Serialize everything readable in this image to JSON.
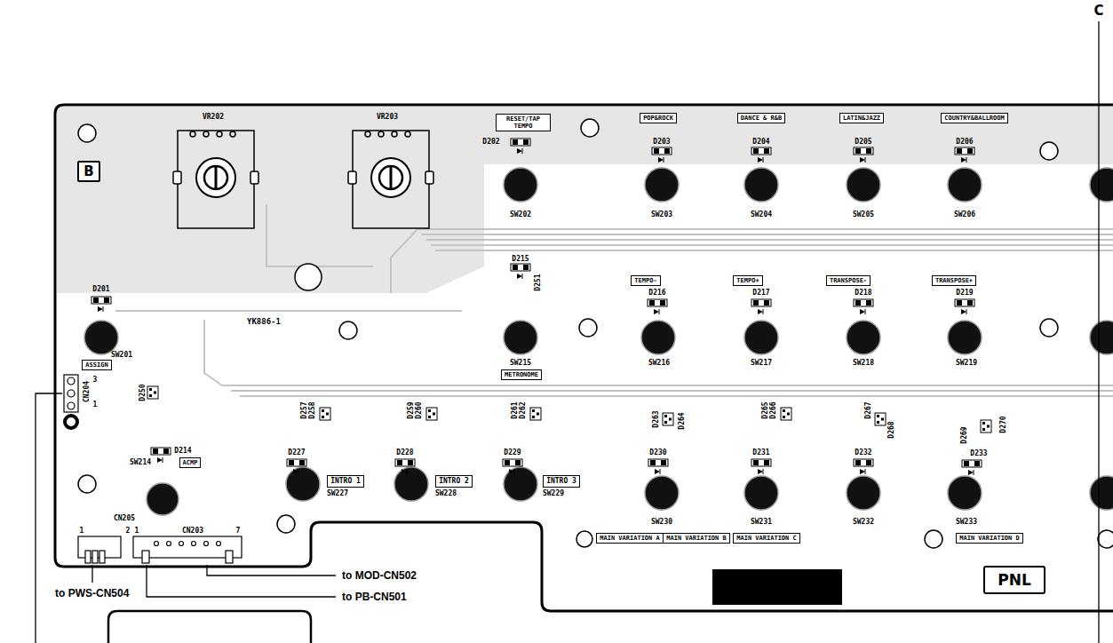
{
  "diagram": {
    "nodes": [
      {
        "text": [
          "B"
        ]
      },
      {
        "text": [
          "RESET/TAP TEMPO"
        ]
      },
      {
        "text": [
          "POP&ROCK"
        ]
      },
      {
        "text": [
          "DANCE & R&B"
        ]
      },
      {
        "text": [
          "LATIN&JAZZ"
        ]
      },
      {
        "text": [
          "COUNTRY&BALLROOM"
        ]
      },
      {
        "text": [
          "TEMPO-"
        ]
      },
      {
        "text": [
          "TEMPO+"
        ]
      },
      {
        "text": [
          "TRANSPOSE-"
        ]
      },
      {
        "text": [
          "TRANSPOSE+"
        ]
      },
      {
        "text": [
          "METRONOME"
        ]
      },
      {
        "text": [
          "ASSIGN"
        ]
      },
      {
        "text": [
          "ACMP"
        ]
      },
      {
        "text": [
          "INTRO 1"
        ]
      },
      {
        "text": [
          "INTRO 2"
        ]
      },
      {
        "text": [
          "INTRO 3"
        ]
      },
      {
        "text": [
          "MAIN VARIATION A"
        ]
      },
      {
        "text": [
          "MAIN VARIATION B"
        ]
      },
      {
        "text": [
          "MAIN VARIATION C"
        ]
      },
      {
        "text": [
          "MAIN VARIATION D"
        ]
      },
      {
        "text": [
          "PNL"
        ]
      }
    ],
    "labels": [
      "C",
      "VR202",
      "VR203",
      "D202",
      "D203",
      "D204",
      "D205",
      "D206",
      "SW202",
      "SW203",
      "SW204",
      "SW205",
      "SW206",
      "D215",
      "D251",
      "D216",
      "D217",
      "D218",
      "D219",
      "SW215",
      "SW216",
      "SW217",
      "SW218",
      "SW219",
      "D201",
      "SW201",
      "YK886-1",
      "CN204",
      "3",
      "1",
      "D250",
      "D214",
      "SW214",
      "CN205",
      "1",
      "2",
      "1",
      "CN203",
      "7",
      "D257",
      "D258",
      "D259",
      "D260",
      "D261",
      "D262",
      "D263",
      "D264",
      "D265",
      "D266",
      "D267",
      "D268",
      "D269",
      "D270",
      "D227",
      "SW227",
      "D228",
      "SW228",
      "D229",
      "SW229",
      "D230",
      "SW230",
      "D231",
      "SW231",
      "D232",
      "SW232",
      "D233",
      "SW233",
      "to MOD-CN502",
      "to PB-CN501",
      "to PWS-CN504"
    ]
  }
}
